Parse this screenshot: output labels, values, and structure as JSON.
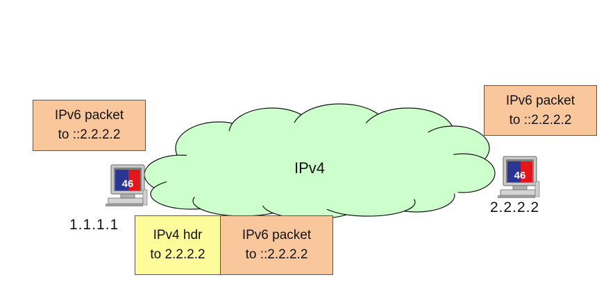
{
  "colors": {
    "cloud_fill": "#ccffcc",
    "ipv6_box": "#fac79c",
    "ipv4_hdr_box": "#fdfb9a",
    "badge_blue": "#2b3593",
    "badge_red": "#e3161b"
  },
  "cloud": {
    "label": "IPv4"
  },
  "left_host": {
    "address": "1.1.1.1",
    "badge": "46",
    "icon": "computer-icon"
  },
  "right_host": {
    "address": "2.2.2.2",
    "badge": "46",
    "icon": "computer-icon"
  },
  "left_packet": {
    "line1": "IPv6 packet",
    "line2": "to ::2.2.2.2"
  },
  "right_packet": {
    "line1": "IPv6 packet",
    "line2": "to ::2.2.2.2"
  },
  "tunnel_packet": {
    "header": {
      "line1": "IPv4 hdr",
      "line2": "to 2.2.2.2"
    },
    "payload": {
      "line1": "IPv6 packet",
      "line2": "to ::2.2.2.2"
    }
  }
}
